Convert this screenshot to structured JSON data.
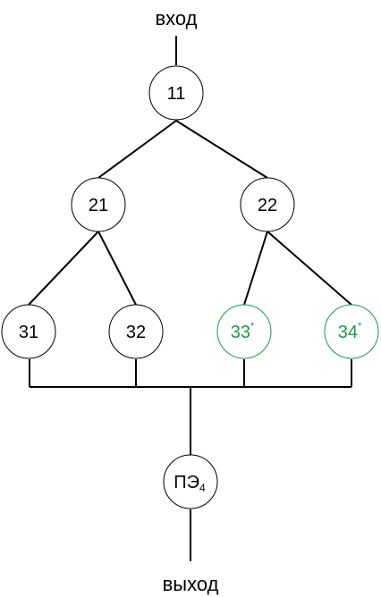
{
  "input_label": "вход",
  "output_label": "выход",
  "nodes": {
    "n11": {
      "label": "11",
      "color": "#000000"
    },
    "n21": {
      "label": "21",
      "color": "#000000"
    },
    "n22": {
      "label": "22",
      "color": "#000000"
    },
    "n31": {
      "label": "31",
      "color": "#000000"
    },
    "n32": {
      "label": "32",
      "color": "#000000"
    },
    "n33": {
      "label": "33",
      "sup": "*",
      "color": "#1a9a4a"
    },
    "n34": {
      "label": "34",
      "sup": "*",
      "color": "#1a9a4a"
    },
    "pe": {
      "label": "ПЭ",
      "sub": "4",
      "color": "#000000"
    }
  },
  "colors": {
    "default": "#000000",
    "highlight": "#1a9a4a"
  }
}
